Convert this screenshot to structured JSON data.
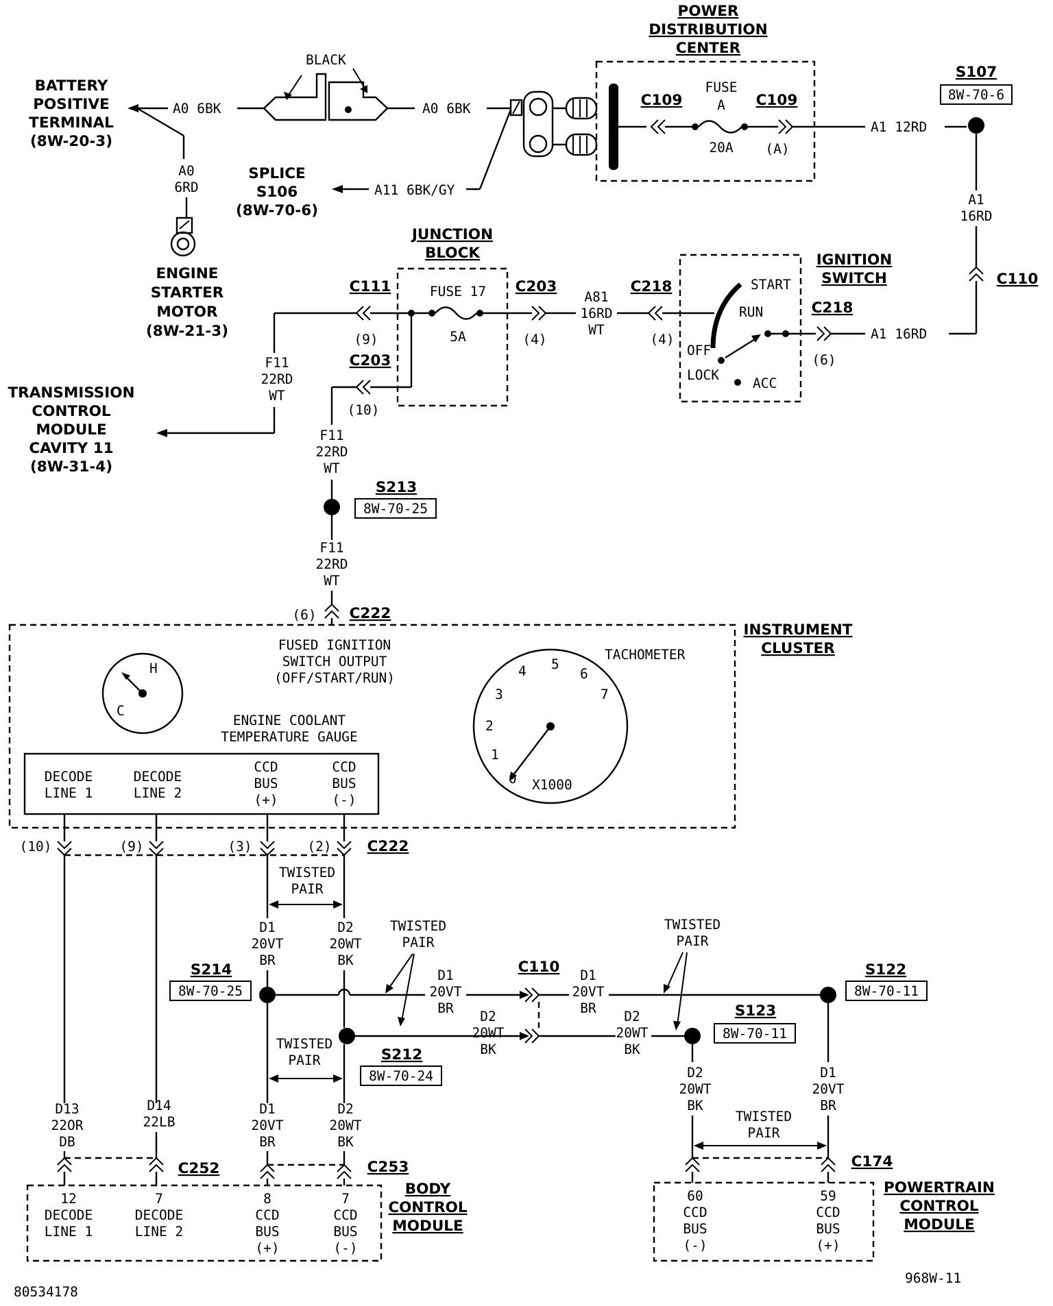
{
  "labels": {
    "battery_positive_terminal": [
      "BATTERY",
      "POSITIVE",
      "TERMINAL",
      "(8W-20-3)"
    ],
    "black": "BLACK",
    "wire_a0_6bk": "A0 6BK",
    "wire_a0_6rd": [
      "A0",
      "6RD"
    ],
    "engine_starter_motor": [
      "ENGINE",
      "STARTER",
      "MOTOR",
      "(8W-21-3)"
    ],
    "splice_s106": [
      "SPLICE",
      "S106",
      "(8W-70-6)"
    ],
    "wire_a11": "A11 6BK/GY",
    "power_distribution_center": [
      "POWER",
      "DISTRIBUTION",
      "CENTER"
    ],
    "c109": "C109",
    "fuse_a": [
      "FUSE",
      "A"
    ],
    "fuse_a_rating": "20A",
    "pin_a": "(A)",
    "wire_a1_12rd": "A1 12RD",
    "s107": "S107",
    "s107_ref": "8W-70-6",
    "wire_a1_16rd_v": [
      "A1",
      "16RD"
    ],
    "c110": "C110",
    "junction_block": [
      "JUNCTION",
      "BLOCK"
    ],
    "c111": "C111",
    "fuse_17": "FUSE 17",
    "fuse_17_rating": "5A",
    "c203": "C203",
    "wire_a81": [
      "A81",
      "16RD",
      "WT"
    ],
    "c218": "C218",
    "ignition_switch": [
      "IGNITION",
      "SWITCH"
    ],
    "sw_start": "START",
    "sw_run": "RUN",
    "sw_off": "OFF",
    "sw_lock": "LOCK",
    "sw_acc": "ACC",
    "wire_a1_16rd": "A1 16RD",
    "pin_9": "(9)",
    "pin_4": "(4)",
    "pin_6": "(6)",
    "pin_10": "(10)",
    "wire_f11": [
      "F11",
      "22RD",
      "WT"
    ],
    "transmission_control_module": [
      "TRANSMISSION",
      "CONTROL",
      "MODULE",
      "CAVITY 11",
      "(8W-31-4)"
    ],
    "s213": "S213",
    "s213_ref": "8W-70-25",
    "c222": "C222",
    "instrument_cluster": [
      "INSTRUMENT",
      "CLUSTER"
    ],
    "fused_ignition_output": [
      "FUSED IGNITION",
      "SWITCH OUTPUT",
      "(OFF/START/RUN)"
    ],
    "gauge_h": "H",
    "gauge_c": "C",
    "coolant_gauge": [
      "ENGINE COOLANT",
      "TEMPERATURE GAUGE"
    ],
    "tachometer": "TACHOMETER",
    "tach_numbers": [
      "0",
      "1",
      "2",
      "3",
      "4",
      "5",
      "6",
      "7"
    ],
    "tach_scale": "X1000",
    "decode_line_1": [
      "DECODE",
      "LINE 1"
    ],
    "decode_line_2": [
      "DECODE",
      "LINE 2"
    ],
    "ccd_bus_plus": [
      "CCD",
      "BUS",
      "(+)"
    ],
    "ccd_bus_minus": [
      "CCD",
      "BUS",
      "(-)"
    ],
    "pin_3": "(3)",
    "pin_2": "(2)",
    "twisted_pair": [
      "TWISTED",
      "PAIR"
    ],
    "wire_d1": [
      "D1",
      "20VT",
      "BR"
    ],
    "wire_d2": [
      "D2",
      "20WT",
      "BK"
    ],
    "s214": "S214",
    "s214_ref": "8W-70-25",
    "s212": "S212",
    "s212_ref": "8W-70-24",
    "s122": "S122",
    "s122_ref": "8W-70-11",
    "s123": "S123",
    "s123_ref": "8W-70-11",
    "wire_d13": [
      "D13",
      "22OR",
      "DB"
    ],
    "wire_d14": [
      "D14",
      "22LB"
    ],
    "c252": "C252",
    "c253": "C253",
    "c174": "C174",
    "bcm_pins": [
      "12",
      "7",
      "8",
      "7"
    ],
    "body_control_module": [
      "BODY",
      "CONTROL",
      "MODULE"
    ],
    "pcm_pins": [
      "60",
      "59"
    ],
    "powertrain_control_module": [
      "POWERTRAIN",
      "CONTROL",
      "MODULE"
    ],
    "figure_code": "80534178",
    "page_code": "968W-11"
  }
}
